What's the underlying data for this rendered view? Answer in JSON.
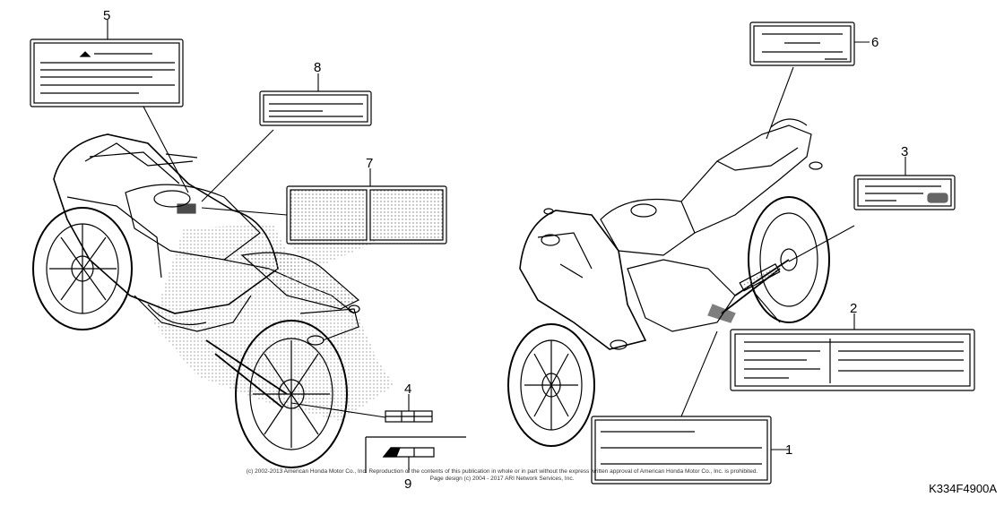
{
  "diagram": {
    "callouts": [
      "1",
      "2",
      "3",
      "4",
      "5",
      "6",
      "7",
      "8",
      "9"
    ],
    "copyright_line1": "(c) 2002-2013 American Honda Motor Co., Inc. Reproduction of the contents of this publication in whole or in part without the express written approval of American Honda Motor Co., Inc. is prohibited.",
    "copyright_line2": "Page design (c) 2004 - 2017 ARI Network Services, Inc.",
    "part_code": "K334F4900A"
  }
}
